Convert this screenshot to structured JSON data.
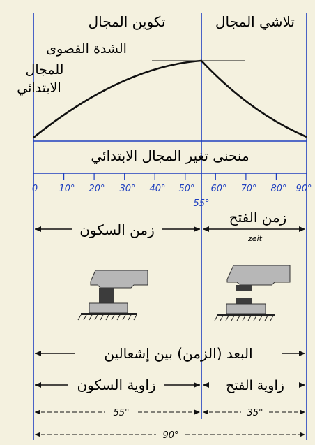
{
  "labels": {
    "field_buildup": "تكوين المجال",
    "field_decay": "تلاشي المجال",
    "max_intensity_line1": "الشدة القصوى",
    "max_intensity_line2": "للمجال",
    "max_intensity_line3": "الابتدائي",
    "curve_caption": "منحنى تغير المجال الابتدائي",
    "split_angle": "55°",
    "dwell_time": "زمن السكون",
    "open_time": "زمن الفتح",
    "open_time_sub": "zeit",
    "ignition_interval": "البعد (الزمن) بين إشعالين",
    "dwell_angle": "زاوية السكون",
    "open_angle": "زاوية الفتح",
    "dwell_degrees": "55°",
    "open_degrees": "35°",
    "total_degrees": "90°"
  },
  "axis": {
    "ticks": [
      "0",
      "10°",
      "20°",
      "30°",
      "40°",
      "50°",
      "60°",
      "70°",
      "80°",
      "90°"
    ]
  },
  "colors": {
    "background": "#f4f1df",
    "ink": "#111111",
    "blue_axis": "#1e3fbf",
    "contact_light": "#b7b7b7",
    "contact_dark": "#3c3c3c"
  }
}
